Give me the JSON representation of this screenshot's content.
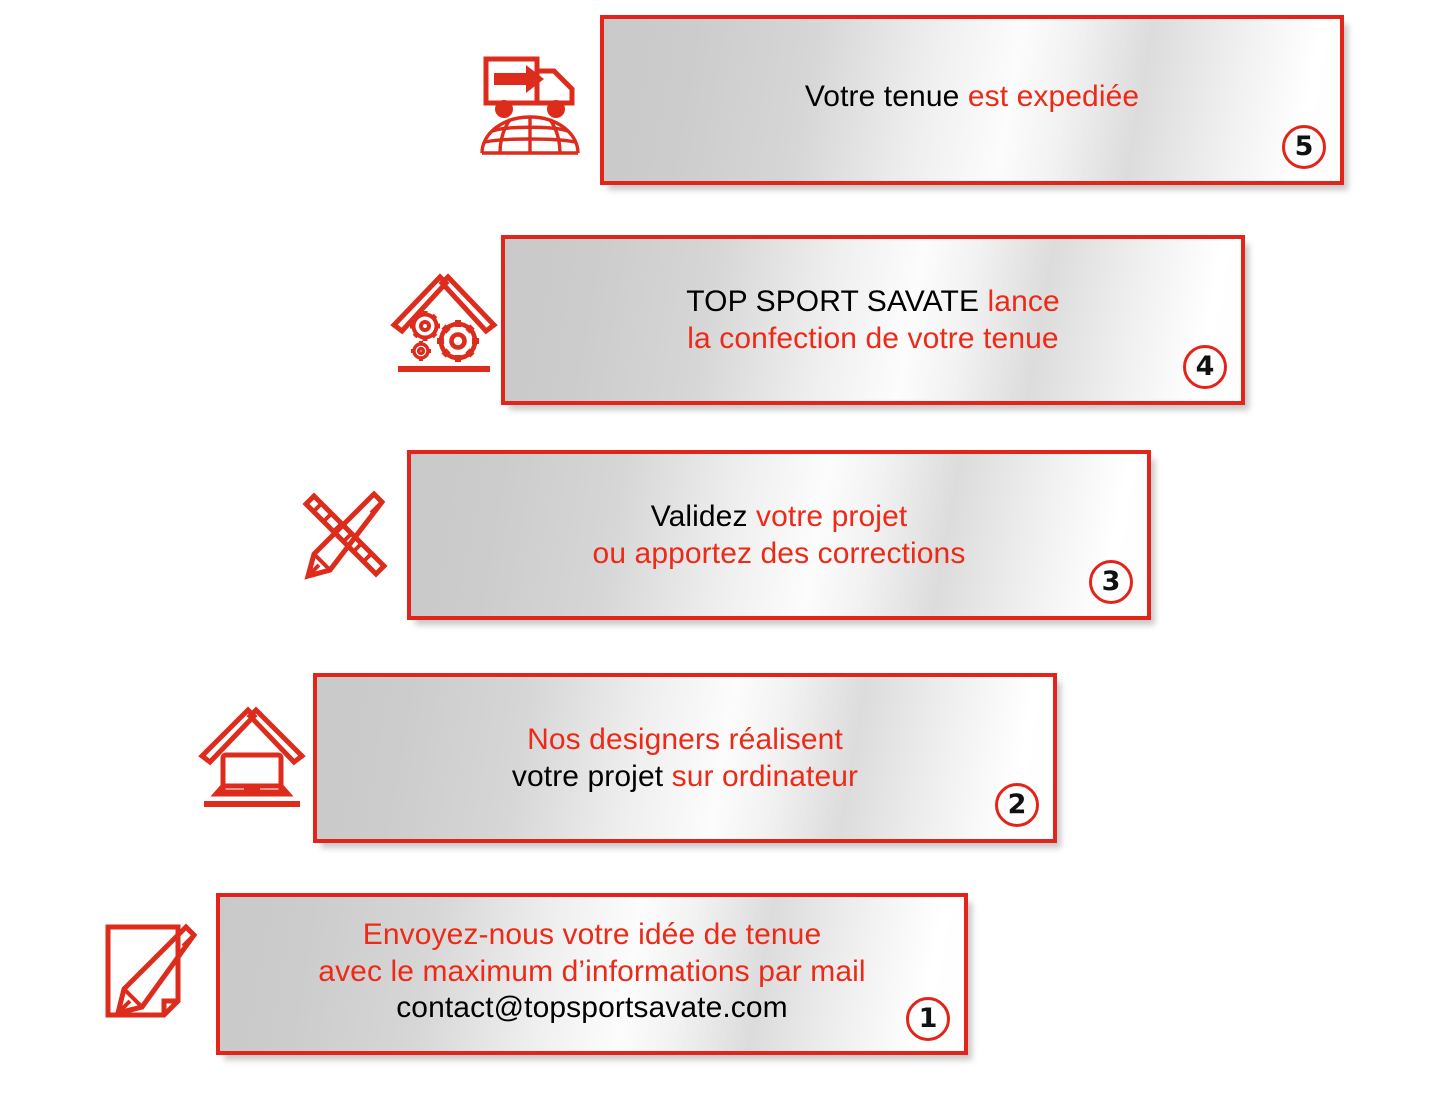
{
  "theme": {
    "accent_red": "#e3241a",
    "text_red": "#ed2a17",
    "text_black": "#000000",
    "panel_gradient_from": "#c9c9c9",
    "panel_gradient_to": "#ffffff",
    "background": "#ffffff"
  },
  "steps": [
    {
      "number": "5",
      "icon": "delivery-truck-globe-icon",
      "lines": [
        {
          "segments": [
            {
              "text": "Votre tenue ",
              "color": "black"
            },
            {
              "text": "est expediée",
              "color": "red"
            }
          ]
        }
      ]
    },
    {
      "number": "4",
      "icon": "roof-gears-icon",
      "lines": [
        {
          "segments": [
            {
              "text": "TOP SPORT SAVATE ",
              "color": "black"
            },
            {
              "text": "lance",
              "color": "red"
            }
          ]
        },
        {
          "segments": [
            {
              "text": "la confection de votre tenue",
              "color": "red"
            }
          ]
        }
      ]
    },
    {
      "number": "3",
      "icon": "ruler-pencil-icon",
      "lines": [
        {
          "segments": [
            {
              "text": "Validez ",
              "color": "black"
            },
            {
              "text": "votre projet",
              "color": "red"
            }
          ]
        },
        {
          "segments": [
            {
              "text": "ou apportez des corrections",
              "color": "red"
            }
          ]
        }
      ]
    },
    {
      "number": "2",
      "icon": "roof-laptop-icon",
      "lines": [
        {
          "segments": [
            {
              "text": "Nos designers réalisent",
              "color": "red"
            }
          ]
        },
        {
          "segments": [
            {
              "text": "votre projet ",
              "color": "black"
            },
            {
              "text": "sur ordinateur",
              "color": "red"
            }
          ]
        }
      ]
    },
    {
      "number": "1",
      "icon": "note-pencil-icon",
      "lines": [
        {
          "segments": [
            {
              "text": "Envoyez-nous votre idée de tenue",
              "color": "red"
            }
          ]
        },
        {
          "segments": [
            {
              "text": "avec le maximum d’informations par mail",
              "color": "red"
            }
          ]
        },
        {
          "segments": [
            {
              "text": "contact@topsportsavate.com",
              "color": "black"
            }
          ]
        }
      ]
    }
  ]
}
